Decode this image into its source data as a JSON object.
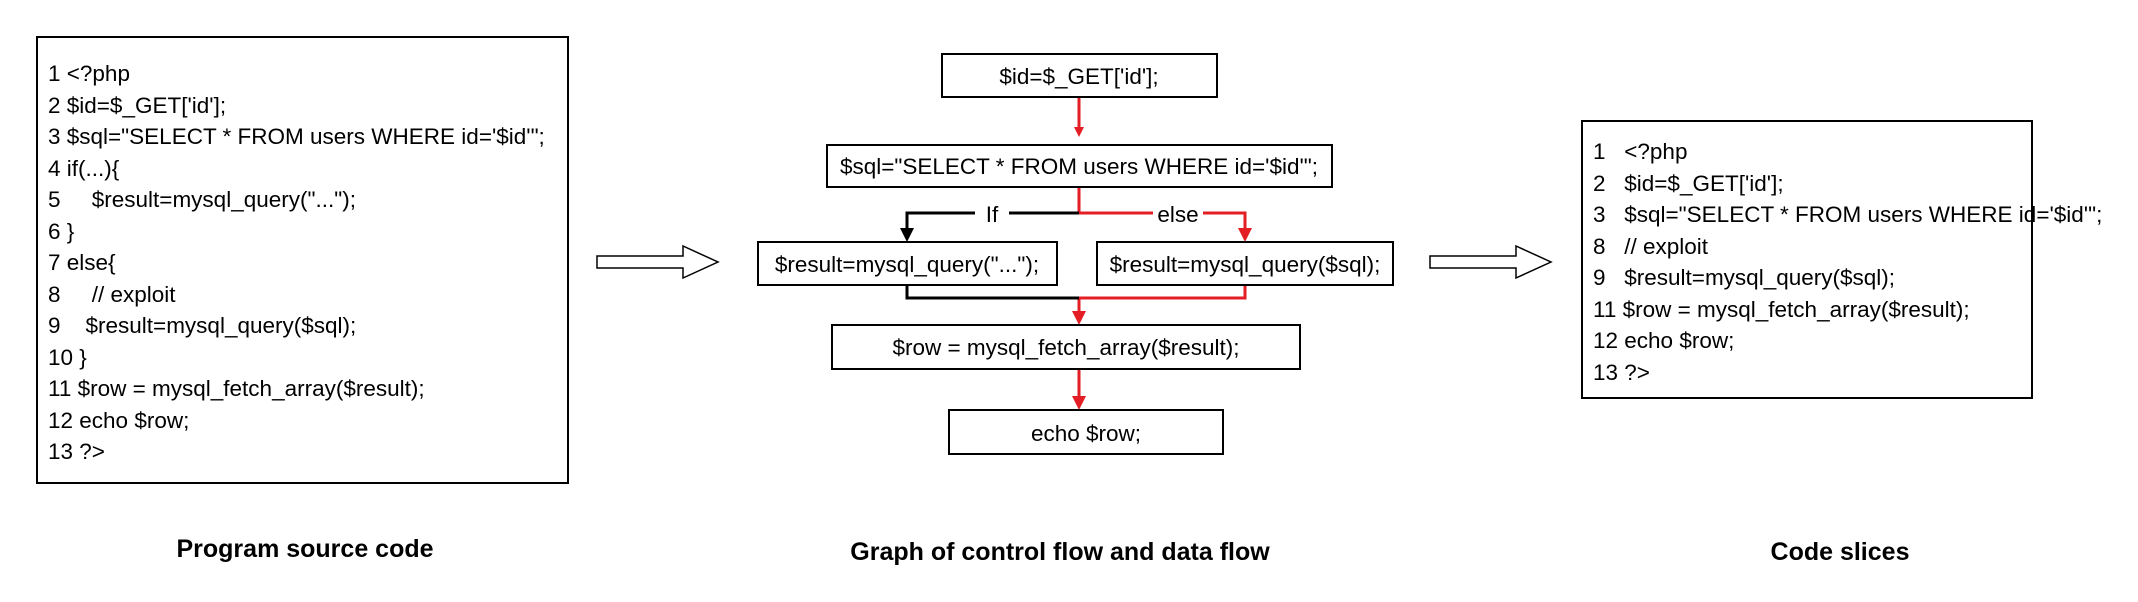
{
  "source_code": {
    "lines": [
      "1 <?php",
      "2 $id=$_GET['id'];",
      "3 $sql=\"SELECT * FROM users WHERE id='$id'\";",
      "4 if(...){",
      "5     $result=mysql_query(\"...\");",
      "6 }",
      "7 else{",
      "8     // exploit",
      "9    $result=mysql_query($sql);",
      "10 }",
      "11 $row = mysql_fetch_array($result);",
      "12 echo $row;",
      "13 ?>"
    ],
    "caption": "Program source code"
  },
  "graph": {
    "nodes": {
      "get_id": "$id=$_GET['id'];",
      "sql": "$sql=\"SELECT * FROM users WHERE id='$id'\";",
      "query_if": "$result=mysql_query(\"...\");",
      "query_else": "$result=mysql_query($sql);",
      "fetch": "$row = mysql_fetch_array($result);",
      "echo": "echo $row;"
    },
    "edge_labels": {
      "if": "If",
      "else": "else"
    },
    "colors": {
      "control_flow": "#000000",
      "data_flow": "#e31e24"
    },
    "caption": "Graph of control flow and data flow"
  },
  "code_slices": {
    "lines": [
      "1   <?php",
      "2   $id=$_GET['id'];",
      "3   $sql=\"SELECT * FROM users WHERE id='$id'\";",
      "8   // exploit",
      "9   $result=mysql_query($sql);",
      "11 $row = mysql_fetch_array($result);",
      "12 echo $row;",
      "13 ?>"
    ],
    "caption": "Code slices"
  }
}
